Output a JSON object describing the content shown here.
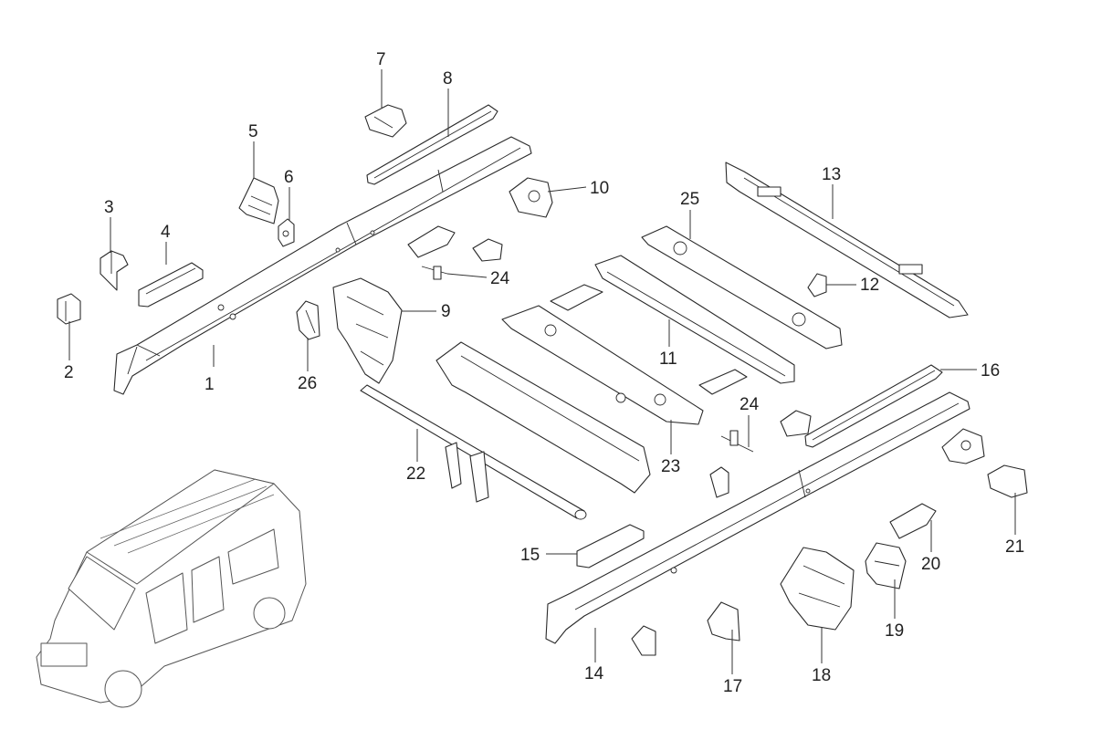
{
  "diagram": {
    "colors": {
      "line": "#2a2a2a",
      "background": "#ffffff"
    },
    "callouts": [
      {
        "id": "c1",
        "text": "1"
      },
      {
        "id": "c2",
        "text": "2"
      },
      {
        "id": "c3",
        "text": "3"
      },
      {
        "id": "c4",
        "text": "4"
      },
      {
        "id": "c5",
        "text": "5"
      },
      {
        "id": "c6",
        "text": "6"
      },
      {
        "id": "c7",
        "text": "7"
      },
      {
        "id": "c8",
        "text": "8"
      },
      {
        "id": "c9",
        "text": "9"
      },
      {
        "id": "c10",
        "text": "10"
      },
      {
        "id": "c11",
        "text": "11"
      },
      {
        "id": "c12",
        "text": "12"
      },
      {
        "id": "c13",
        "text": "13"
      },
      {
        "id": "c14",
        "text": "14"
      },
      {
        "id": "c15",
        "text": "15"
      },
      {
        "id": "c16",
        "text": "16"
      },
      {
        "id": "c17",
        "text": "17"
      },
      {
        "id": "c18",
        "text": "18"
      },
      {
        "id": "c19",
        "text": "19"
      },
      {
        "id": "c20",
        "text": "20"
      },
      {
        "id": "c21",
        "text": "21"
      },
      {
        "id": "c22",
        "text": "22"
      },
      {
        "id": "c23",
        "text": "23"
      },
      {
        "id": "c24a",
        "text": "24"
      },
      {
        "id": "c24b",
        "text": "24"
      },
      {
        "id": "c25",
        "text": "25"
      },
      {
        "id": "c26",
        "text": "26"
      }
    ]
  }
}
